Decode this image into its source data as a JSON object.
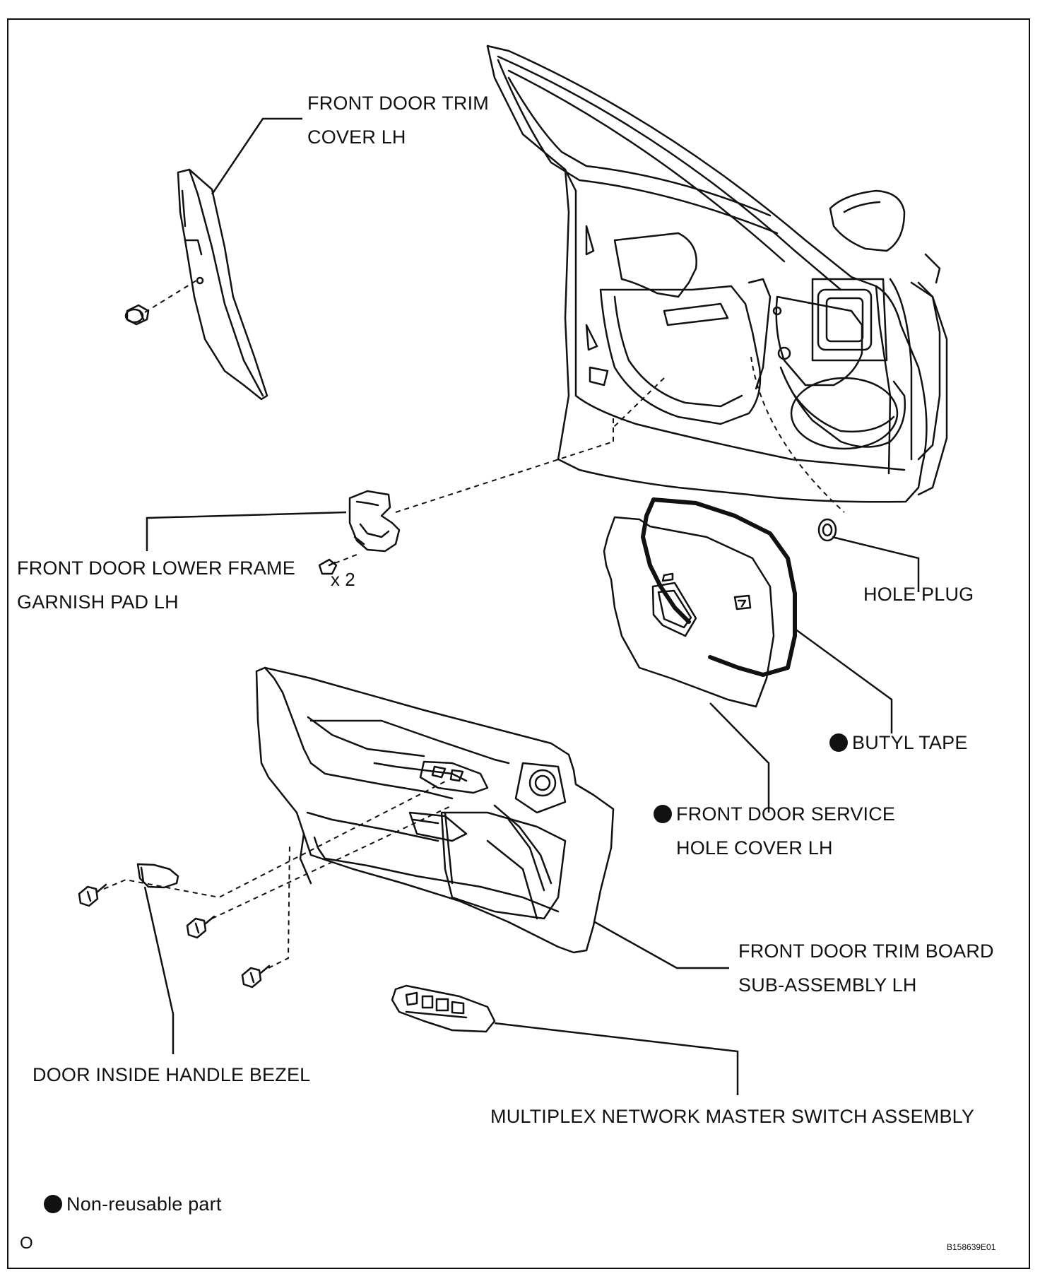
{
  "labels": {
    "trim_cover": [
      "FRONT DOOR TRIM",
      "COVER LH"
    ],
    "lower_frame": [
      "FRONT DOOR LOWER FRAME",
      "GARNISH PAD LH"
    ],
    "hole_plug": "HOLE PLUG",
    "butyl_tape": "BUTYL TAPE",
    "service_cover": [
      "FRONT DOOR SERVICE",
      "HOLE COVER LH"
    ],
    "trim_board": [
      "FRONT DOOR TRIM BOARD",
      "SUB-ASSEMBLY LH"
    ],
    "handle_bezel": "DOOR INSIDE HANDLE BEZEL",
    "master_switch": "MULTIPLEX NETWORK MASTER SWITCH ASSEMBLY"
  },
  "quantity": "x 2",
  "legend": {
    "text": "Non-reusable part"
  },
  "footer": {
    "left": "O",
    "right": "B158639E01"
  }
}
